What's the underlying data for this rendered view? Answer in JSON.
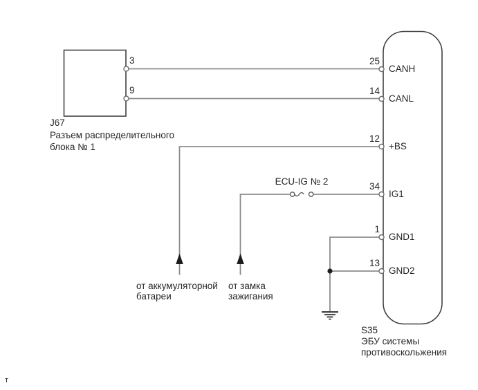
{
  "diagram": {
    "junction_block": {
      "id": "J67",
      "name_line1": "Разъем распределительного",
      "name_line2": "блока № 1",
      "pins": [
        {
          "num": "3"
        },
        {
          "num": "9"
        }
      ]
    },
    "ecu": {
      "id": "S35",
      "name_line1": "ЭБУ системы",
      "name_line2": "противоскольжения",
      "pins": [
        {
          "num": "25",
          "label": "CANH"
        },
        {
          "num": "14",
          "label": "CANL"
        },
        {
          "num": "12",
          "label": "+BS"
        },
        {
          "num": "34",
          "label": "IG1"
        },
        {
          "num": "1",
          "label": "GND1"
        },
        {
          "num": "13",
          "label": "GND2"
        }
      ]
    },
    "fuse": {
      "label": "ECU-IG № 2"
    },
    "sources": {
      "battery_line1": "от аккумуляторной",
      "battery_line2": "батареи",
      "ignition_line1": "от замка",
      "ignition_line2": "зажигания"
    },
    "footer_mark": "т",
    "colors": {
      "background": "#ffffff",
      "wire": "#8c8c8c",
      "outline": "#404040",
      "text": "#262626",
      "arrow": "#1c1c1c"
    }
  }
}
